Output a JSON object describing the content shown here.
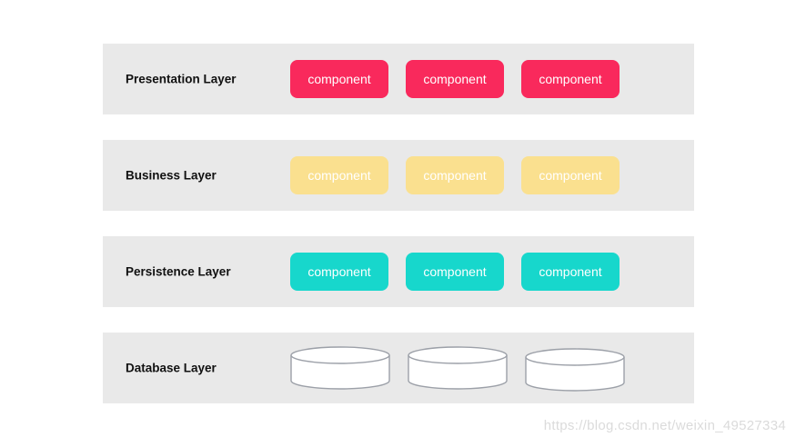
{
  "colors": {
    "page-bg": "#ffffff",
    "band-bg": "#e9e9e9",
    "presentation": "#f9295c",
    "business": "#fae08f",
    "persistence": "#17d7cc",
    "component-text": "#ffffff",
    "label-text": "#111111",
    "db-fill": "#ffffff",
    "db-stroke": "#9ca0a8",
    "watermark": "#dbdbdb"
  },
  "layers": [
    {
      "label": "Presentation Layer",
      "type": "components",
      "color_key": "presentation",
      "items": [
        "component",
        "component",
        "component"
      ]
    },
    {
      "label": "Business Layer",
      "type": "components",
      "color_key": "business",
      "items": [
        "component",
        "component",
        "component"
      ]
    },
    {
      "label": "Persistence Layer",
      "type": "components",
      "color_key": "persistence",
      "items": [
        "component",
        "component",
        "component"
      ]
    },
    {
      "label": "Database Layer",
      "type": "databases",
      "items": [
        "database-cylinder-icon",
        "database-cylinder-icon",
        "database-cylinder-icon"
      ]
    }
  ],
  "watermark": "https://blog.csdn.net/weixin_49527334"
}
